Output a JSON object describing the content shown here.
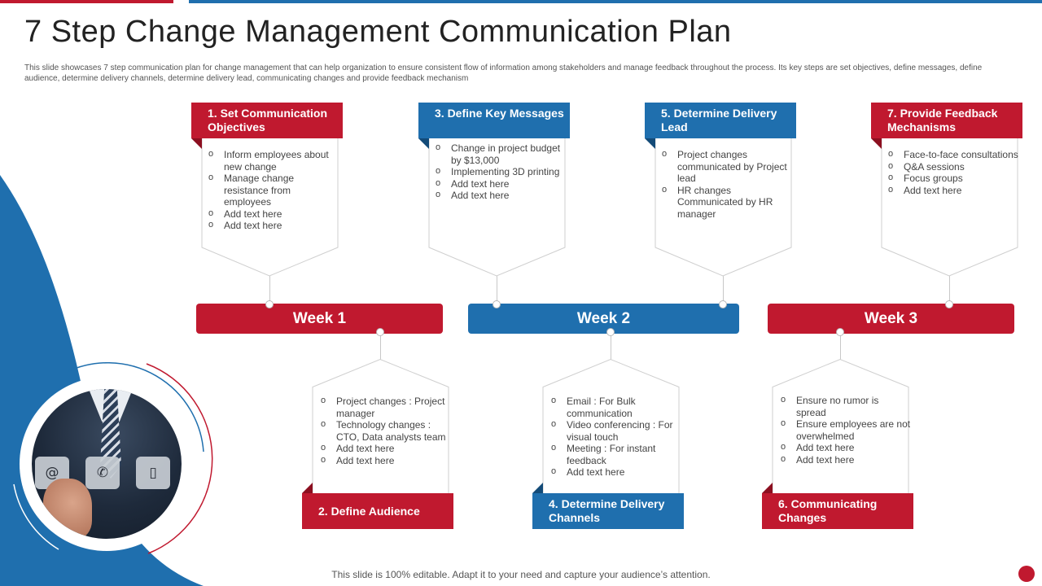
{
  "slide": {
    "title": "7 Step Change Management Communication Plan",
    "subtitle": "This slide showcases 7 step communication plan for change management that can help organization to ensure consistent flow of information among stakeholders and manage  feedback throughout the process. Its key steps are set objectives, define messages, define audience, determine delivery channels, determine delivery lead, communicating changes and provide feedback mechanism",
    "footer": "This slide is 100% editable. Adapt it to your need and capture your audience’s attention."
  },
  "colors": {
    "red": "#c0192f",
    "blue": "#1f6fae",
    "line": "#c8c8c8"
  },
  "photo_icons": [
    "at-icon",
    "phone-icon",
    "tablet-icon"
  ],
  "photo_glyphs": [
    "@",
    "✆",
    "▯"
  ],
  "weeks": [
    "Week 1",
    "Week 2",
    "Week 3"
  ],
  "steps": {
    "s1": {
      "header": "1. Set Communication Objectives",
      "items": [
        "Inform employees about new change",
        "Manage change resistance from employees",
        "Add text here",
        "Add text here"
      ]
    },
    "s2": {
      "header": "2. Define Audience",
      "items": [
        "Project changes : Project manager",
        "Technology changes : CTO, Data analysts team",
        "Add text here",
        "Add text here"
      ]
    },
    "s3": {
      "header": "3. Define Key Messages",
      "items": [
        "Change in project budget by $13,000",
        "Implementing 3D printing",
        "Add text here",
        "Add text here"
      ]
    },
    "s4": {
      "header": "4. Determine Delivery Channels",
      "items": [
        "Email : For Bulk communication",
        "Video conferencing : For visual touch",
        "Meeting : For instant feedback",
        "Add text here"
      ]
    },
    "s5": {
      "header": "5. Determine Delivery Lead",
      "items": [
        "Project changes communicated by Project lead",
        "HR changes Communicated by HR manager"
      ]
    },
    "s6": {
      "header": "6. Communicating Changes",
      "items": [
        "Ensure no rumor is spread",
        "Ensure employees are not overwhelmed",
        "Add text here",
        "Add text here"
      ]
    },
    "s7": {
      "header": "7. Provide Feedback Mechanisms",
      "items": [
        "Face-to-face consultations",
        "Q&A sessions",
        "Focus groups",
        "Add text here"
      ]
    }
  }
}
